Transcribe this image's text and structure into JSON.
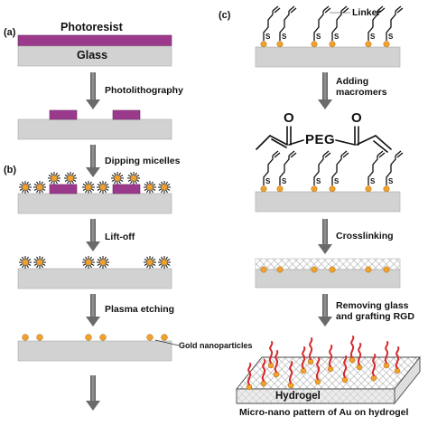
{
  "panels": {
    "a": "(a)",
    "b": "(b)",
    "c": "(c)"
  },
  "materials": {
    "photoresist": "Photoresist",
    "glass": "Glass",
    "linker": "Linker",
    "hydrogel": "Hydrogel"
  },
  "steps_left": {
    "photolithography": "Photolithography",
    "dipping_micelles": "Dipping micelles",
    "lift_off": "Lift-off",
    "plasma_etching": "Plasma etching",
    "gold_nanoparticles": "Gold nanoparticles"
  },
  "steps_right": {
    "adding_line1": "Adding",
    "adding_line2": "macromers",
    "crosslinking": "Crosslinking",
    "removing_line1": "Removing glass",
    "removing_line2": "and grafting RGD"
  },
  "macromer": {
    "peg": "PEG",
    "o_left": "O",
    "o_right": "O",
    "s": "S"
  },
  "caption": "Micro-nano pattern of Au on hydrogel",
  "colors": {
    "photoresist": "#9b3a8c",
    "glass": "#d2d2d2",
    "glass_edge": "#a8a8a8",
    "gold": "#f2a12c",
    "arrow": "#707070",
    "rgd": "#d6282b",
    "mesh": "#b8b8b8"
  }
}
